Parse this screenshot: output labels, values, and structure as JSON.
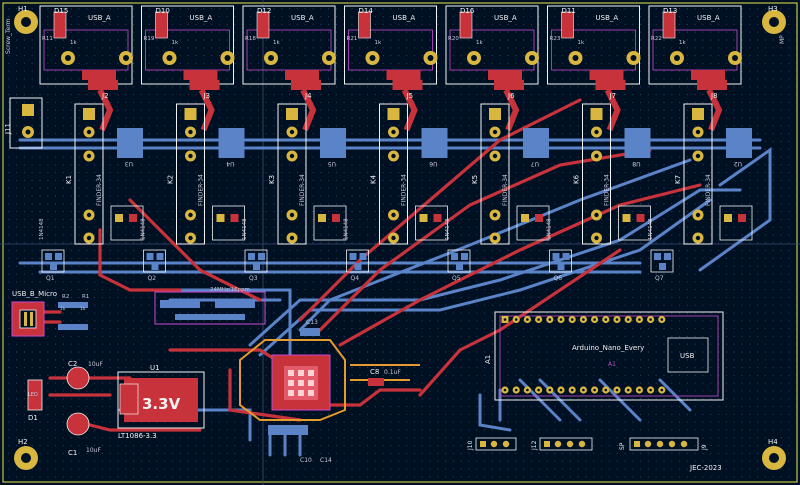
{
  "board": {
    "credit": "JEC-2023",
    "colors": {
      "background": "#001023",
      "front_copper": "#c8323a",
      "back_copper": "#5a83c8",
      "pad": "#d8b640",
      "silkscreen": "#f2f2f2",
      "fab_outline": "#c74bd0",
      "edge_cuts": "#e8e84a"
    }
  },
  "usb_ports": [
    {
      "conn": "J2",
      "led": "D15",
      "res": "R11",
      "res_val": "1k",
      "title": "USB_A"
    },
    {
      "conn": "J3",
      "led": "D10",
      "res": "R19",
      "res_val": "1k",
      "title": "USB_A"
    },
    {
      "conn": "J4",
      "led": "D12",
      "res": "R18",
      "res_val": "1k",
      "title": "USB_A"
    },
    {
      "conn": "J5",
      "led": "D14",
      "res": "R21",
      "res_val": "1k",
      "title": "USB_A"
    },
    {
      "conn": "J6",
      "led": "D16",
      "res": "R20",
      "res_val": "1k",
      "title": "USB_A"
    },
    {
      "conn": "J7",
      "led": "D11",
      "res": "R23",
      "res_val": "1k",
      "title": "USB_A"
    },
    {
      "conn": "J8",
      "led": "D13",
      "res": "R22",
      "res_val": "1k",
      "title": "USB_A"
    }
  ],
  "relays": [
    {
      "ref": "K1",
      "label": "FINDER-34",
      "ic": "U3",
      "diode": "1N4148"
    },
    {
      "ref": "K2",
      "label": "FINDER-34",
      "ic": "U4",
      "diode": "1N4148"
    },
    {
      "ref": "K3",
      "label": "FINDER-34",
      "ic": "U5",
      "diode": "1N4148"
    },
    {
      "ref": "K4",
      "label": "FINDER-34",
      "ic": "U6",
      "diode": "1N4148"
    },
    {
      "ref": "K5",
      "label": "FINDER-34",
      "ic": "U7",
      "diode": "1N4148"
    },
    {
      "ref": "K6",
      "label": "FINDER-34",
      "ic": "U8",
      "diode": "1N4148"
    },
    {
      "ref": "K7",
      "label": "FINDER-34",
      "ic": "U2",
      "diode": "1N4148"
    }
  ],
  "drivers": [
    "Q1",
    "Q2",
    "Q3",
    "Q4",
    "Q5",
    "Q6",
    "Q7"
  ],
  "mounting_holes": {
    "h1": "H1",
    "h2": "H2",
    "h3": "H3",
    "h4": "H4",
    "h1_note": "Screw_Term",
    "h3_note": "MP"
  },
  "terminal": {
    "ref": "J11"
  },
  "usb_b": {
    "title": "USB_B_Micro",
    "r1": "R1",
    "r2": "R2",
    "r1_val": "1k",
    "r2_val": "1k"
  },
  "crystal": {
    "label": "24MHz/16ppm"
  },
  "regulator": {
    "ref": "U1",
    "part": "LT1086-3.3",
    "marking": "3.3V"
  },
  "caps": {
    "c1": "C1",
    "c1_val": "10uF",
    "c2": "C2",
    "c2_val": "10uF",
    "c8": "C8",
    "c8_val": "0.1uF",
    "c10": "C10",
    "c13": "C13",
    "c14": "C14"
  },
  "leds": {
    "d1": "D1",
    "d1_label": "LED"
  },
  "arduino": {
    "ref": "A1",
    "label": "Arduino_Nano_Every",
    "usb": "USB",
    "sub": "A1"
  },
  "headers": {
    "j10": "J10",
    "j12": "J12",
    "j9": "J9",
    "sp": "SP"
  }
}
